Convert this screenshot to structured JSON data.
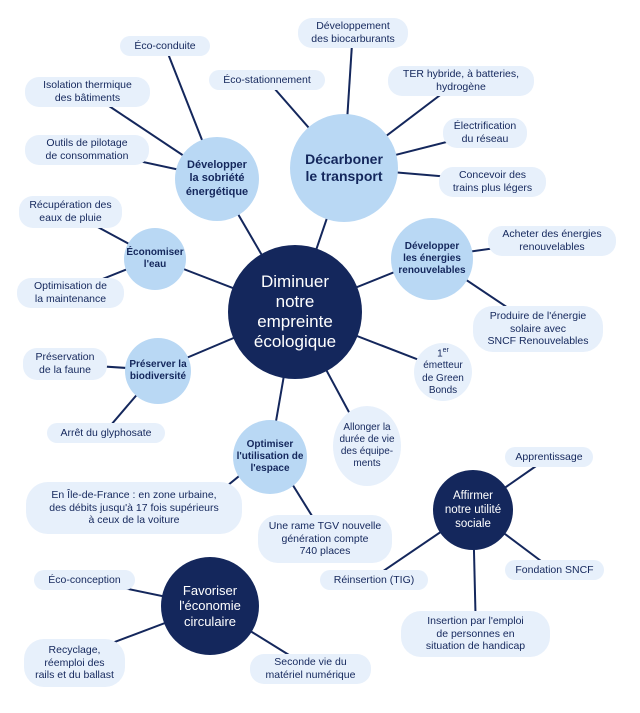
{
  "diagram": {
    "center": "Diminuer\nnotre\nempreinte\nécologique",
    "decarboner": {
      "label": "Décarboner\nle transport",
      "leaves": {
        "biocarburants": "Développement\ndes biocarburants",
        "ter": "TER hybride, à batteries,\nhydrogène",
        "electrification": "Électrification\ndu réseau",
        "trains_legers": "Concevoir des\ntrains plus légers",
        "eco_stationnement": "Éco-stationnement"
      }
    },
    "sobriete": {
      "label": "Développer\nla sobriété\nénergétique",
      "leaves": {
        "eco_conduite": "Éco-conduite",
        "isolation": "Isolation thermique\ndes bâtiments",
        "pilotage": "Outils de pilotage\nde consommation"
      }
    },
    "eau": {
      "label": "Économiser\nl'eau",
      "leaves": {
        "recuperation": "Récupération des\neaux de pluie",
        "maintenance": "Optimisation de\nla maintenance"
      }
    },
    "biodiversite": {
      "label": "Préserver la\nbiodiversité",
      "leaves": {
        "faune": "Préservation\nde la faune",
        "glyphosate": "Arrêt du glyphosate"
      }
    },
    "espace": {
      "label": "Optimiser\nl'utilisation de\nl'espace",
      "leaves": {
        "idf": "En Île-de-France : en zone urbaine,\ndes débits jusqu'à 17 fois supérieurs\nà ceux de la voiture",
        "tgv": "Une rame TGV nouvelle\ngénération compte\n740 places"
      }
    },
    "energies": {
      "label": "Développer\nles énergies\nrenouvelables",
      "leaves": {
        "acheter": "Acheter des énergies\nrenouvelables",
        "solaire": "Produire de l'énergie\nsolaire avec\nSNCF Renouvelables"
      }
    },
    "green_bonds": {
      "num": "1",
      "sup": "er",
      "rest": "\németteur\nde Green\nBonds"
    },
    "duree_vie": "Allonger la\ndurée de vie\ndes équipe-\nments",
    "social": {
      "label": "Affirmer\nnotre utilité\nsociale",
      "leaves": {
        "apprentissage": "Apprentissage",
        "reinsertion": "Réinsertion (TIG)",
        "fondation": "Fondation SNCF",
        "handicap": "Insertion par l'emploi\nde personnes en\nsituation de handicap"
      }
    },
    "circulaire": {
      "label": "Favoriser\nl'économie\ncirculaire",
      "leaves": {
        "eco_conception": "Éco-conception",
        "recyclage": "Recyclage,\nréemploi des\nrails et du ballast",
        "seconde_vie": "Seconde vie du\nmatériel numérique"
      }
    },
    "colors": {
      "dark": "#14275c",
      "mid": "#b9d8f4",
      "light": "#e7f0fb"
    }
  }
}
